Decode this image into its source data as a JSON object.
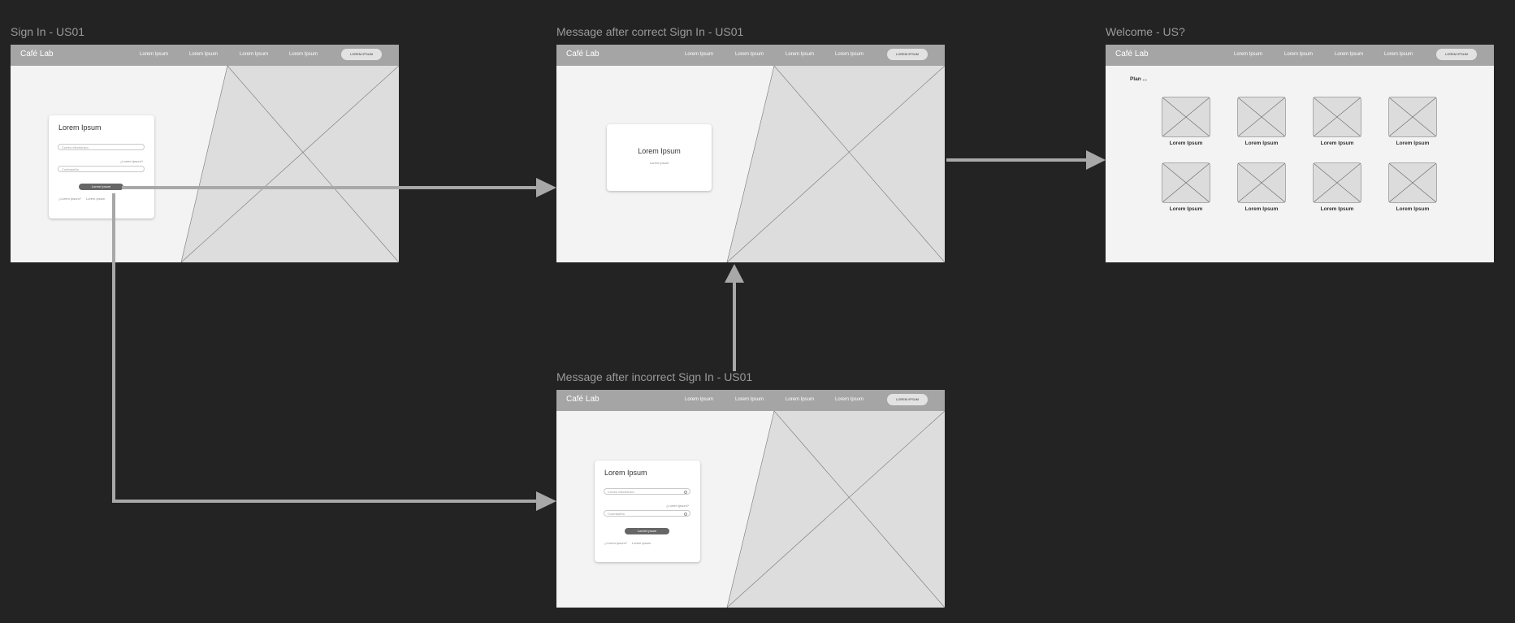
{
  "frames": {
    "signin": {
      "title": "Sign In - US01",
      "nav": {
        "logo": "Café Lab",
        "links": [
          "Lorem Ipsum",
          "Lorem Ipsum",
          "Lorem Ipsum",
          "Lorem Ipsum"
        ],
        "button": "LOREM IPSUM"
      },
      "card": {
        "title": "Lorem Ipsum",
        "email_placeholder": "Correo electrónico",
        "forgot_link": "¿Lorem Ipsum?",
        "password_placeholder": "Contraseña",
        "submit": "Lorem Ipsum",
        "footer_left": "¿Lorem Ipsum?",
        "footer_right": "Lorem Ipsum"
      }
    },
    "correct": {
      "title": "Message after correct Sign In - US01",
      "nav": {
        "logo": "Café Lab",
        "links": [
          "Lorem Ipsum",
          "Lorem Ipsum",
          "Lorem Ipsum",
          "Lorem Ipsum"
        ],
        "button": "LOREM IPSUM"
      },
      "message": {
        "title": "Lorem Ipsum",
        "subtitle": "Lorem Ipsum"
      }
    },
    "welcome": {
      "title": "Welcome - US?",
      "nav": {
        "logo": "Café Lab",
        "links": [
          "Lorem Ipsum",
          "Lorem Ipsum",
          "Lorem Ipsum",
          "Lorem Ipsum"
        ],
        "button": "LOREM IPSUM"
      },
      "plan_label": "Plan ...",
      "items": [
        "Lorem Ipsum",
        "Lorem Ipsum",
        "Lorem Ipsum",
        "Lorem Ipsum",
        "Lorem Ipsum",
        "Lorem Ipsum",
        "Lorem Ipsum",
        "Lorem Ipsum"
      ]
    },
    "incorrect": {
      "title": "Message after incorrect Sign In - US01",
      "nav": {
        "logo": "Café Lab",
        "links": [
          "Lorem Ipsum",
          "Lorem Ipsum",
          "Lorem Ipsum",
          "Lorem Ipsum"
        ],
        "button": "LOREM IPSUM"
      },
      "card": {
        "title": "Lorem Ipsum",
        "email_placeholder": "Correo electrónico",
        "forgot_link": "¿Lorem Ipsum?",
        "password_placeholder": "Contraseña",
        "submit": "Lorem Ipsum",
        "footer_left": "¿Lorem Ipsum?",
        "footer_right": "Lorem Ipsum"
      }
    }
  },
  "colors": {
    "canvas": "#232323",
    "frame_bg": "#f3f3f3",
    "nav_bg": "#a5a5a5",
    "arrow": "#a8a8a8"
  }
}
